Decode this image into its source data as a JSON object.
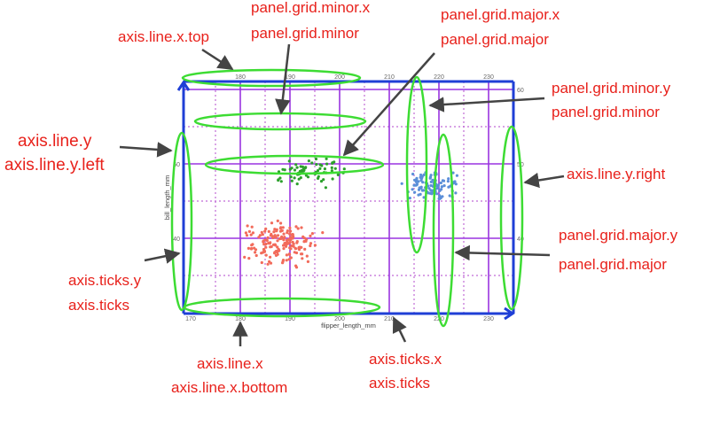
{
  "colors": {
    "label_text": "#e8211b",
    "highlight_ellipse": "#3ddc33",
    "axis_line": "#1f3fd6",
    "major_grid": "#9a34e0",
    "minor_grid": "#c06ad6",
    "arrow": "#444444",
    "series_red": "#f26b5b",
    "series_green": "#2ca02c",
    "series_blue": "#5b8fd8"
  },
  "plot": {
    "x_axis_title": "flipper_length_mm",
    "y_axis_title": "bill_length_mm",
    "x_ticks_top": [
      "180",
      "190",
      "200",
      "210",
      "220",
      "230"
    ],
    "x_ticks_bottom": [
      "170",
      "180",
      "190",
      "200",
      "210",
      "220",
      "230"
    ],
    "y_ticks_left": [
      "50",
      "40"
    ],
    "y_ticks_right": [
      "60",
      "50",
      "40"
    ]
  },
  "labels": {
    "axis_line_x_top": "axis.line.x.top",
    "panel_grid_minor_x": "panel.grid.minor.x",
    "panel_grid_minor_x_2": "panel.grid.minor",
    "panel_grid_major_x": "panel.grid.major.x",
    "panel_grid_major_x_2": "panel.grid.major",
    "axis_line_y": "axis.line.y",
    "axis_line_y_left": "axis.line.y.left",
    "panel_grid_minor_y": "panel.grid.minor.y",
    "panel_grid_minor_y_2": "panel.grid.minor",
    "axis_line_y_right": "axis.line.y.right",
    "panel_grid_major_y": "panel.grid.major.y",
    "panel_grid_major_y_2": "panel.grid.major",
    "axis_ticks_y": "axis.ticks.y",
    "axis_ticks_y_2": "axis.ticks",
    "axis_line_x": "axis.line.x",
    "axis_line_x_bottom": "axis.line.x.bottom",
    "axis_ticks_x": "axis.ticks.x",
    "axis_ticks_x_2": "axis.ticks"
  }
}
